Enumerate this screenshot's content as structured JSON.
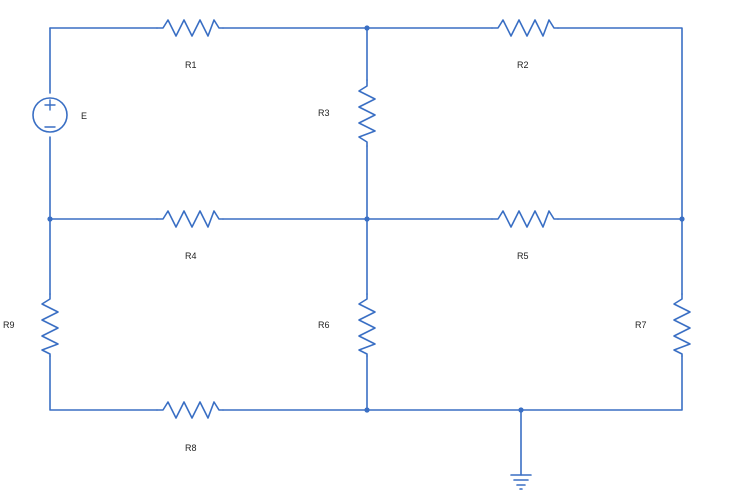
{
  "circuit": {
    "source": {
      "label": "E"
    },
    "resistors": {
      "r1": "R1",
      "r2": "R2",
      "r3": "R3",
      "r4": "R4",
      "r5": "R5",
      "r6": "R6",
      "r7": "R7",
      "r8": "R8",
      "r9": "R9"
    }
  },
  "colors": {
    "wire": "#3a6fc4",
    "label": "#222222",
    "background": "#ffffff"
  }
}
